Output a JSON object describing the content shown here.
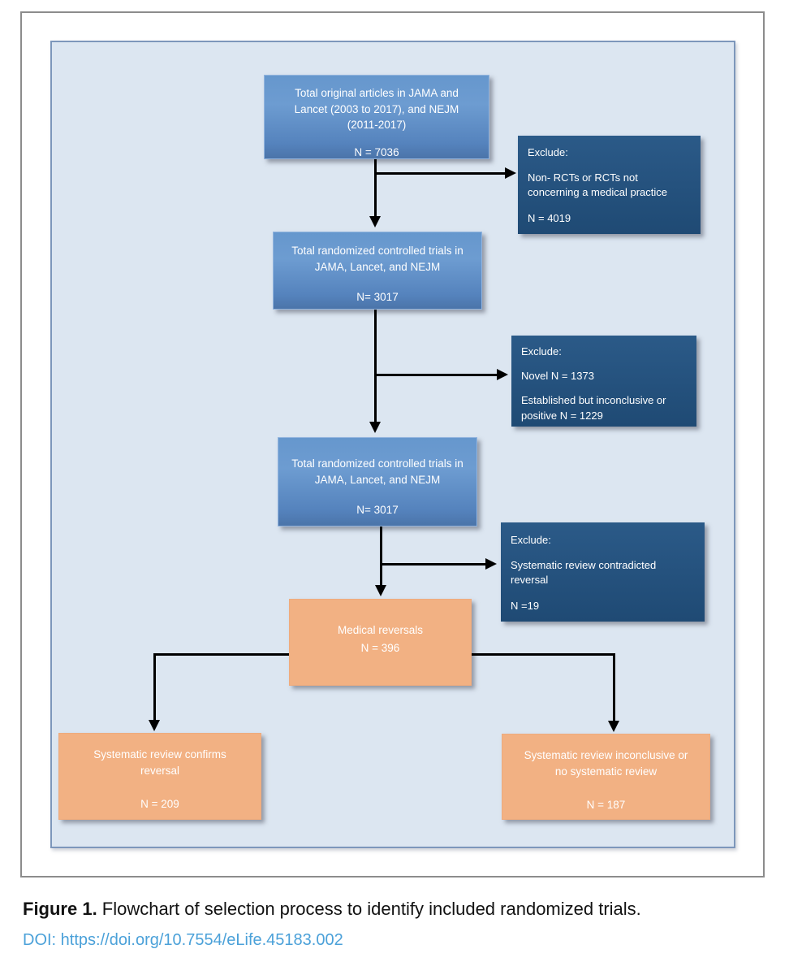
{
  "figure": {
    "caption_label": "Figure 1.",
    "caption_text": " Flowchart of selection process to identify included randomized trials.",
    "doi_line": "DOI: https://doi.org/10.7554/eLife.45183.002"
  },
  "colors": {
    "panel_background": "#dce6f1",
    "flow_blue": "#5d8fc7",
    "exclude_navy": "#234f7b",
    "reversal_orange": "#f2b183",
    "doi_blue": "#4ba1d9",
    "arrow_black": "#000000"
  },
  "diagram": {
    "type": "flowchart",
    "nodes": {
      "total_articles": {
        "lines": [
          "Total original articles in JAMA and",
          "Lancet (2003 to 2017), and NEJM",
          "(2011-2017)"
        ],
        "n": "N = 7036"
      },
      "exclude_non_rct": {
        "title": "Exclude:",
        "body_line1": "Non- RCTs or RCTs not",
        "body_line2": "concerning a medical practice",
        "n": "N = 4019"
      },
      "total_rct_1": {
        "lines": [
          "Total randomized controlled trials in",
          "JAMA, Lancet, and NEJM"
        ],
        "n": "N= 3017"
      },
      "exclude_novel": {
        "title": "Exclude:",
        "novel": "Novel N = 1373",
        "established_line1": "Established but inconclusive or",
        "established_line2": "positive N = 1229"
      },
      "total_rct_2": {
        "lines": [
          "Total randomized controlled trials in",
          "JAMA, Lancet, and NEJM"
        ],
        "n": "N= 3017"
      },
      "exclude_sysrev": {
        "title": "Exclude:",
        "body_line1": "Systematic review contradicted",
        "body_line2": "reversal",
        "n": "N =19"
      },
      "medical_reversals": {
        "lines": [
          "Medical reversals"
        ],
        "n": "N = 396"
      },
      "confirms_reversal": {
        "lines": [
          "Systematic review confirms",
          "reversal"
        ],
        "n": "N = 209"
      },
      "inconclusive": {
        "lines": [
          "Systematic review inconclusive or",
          "no systematic review"
        ],
        "n": "N = 187"
      }
    }
  }
}
